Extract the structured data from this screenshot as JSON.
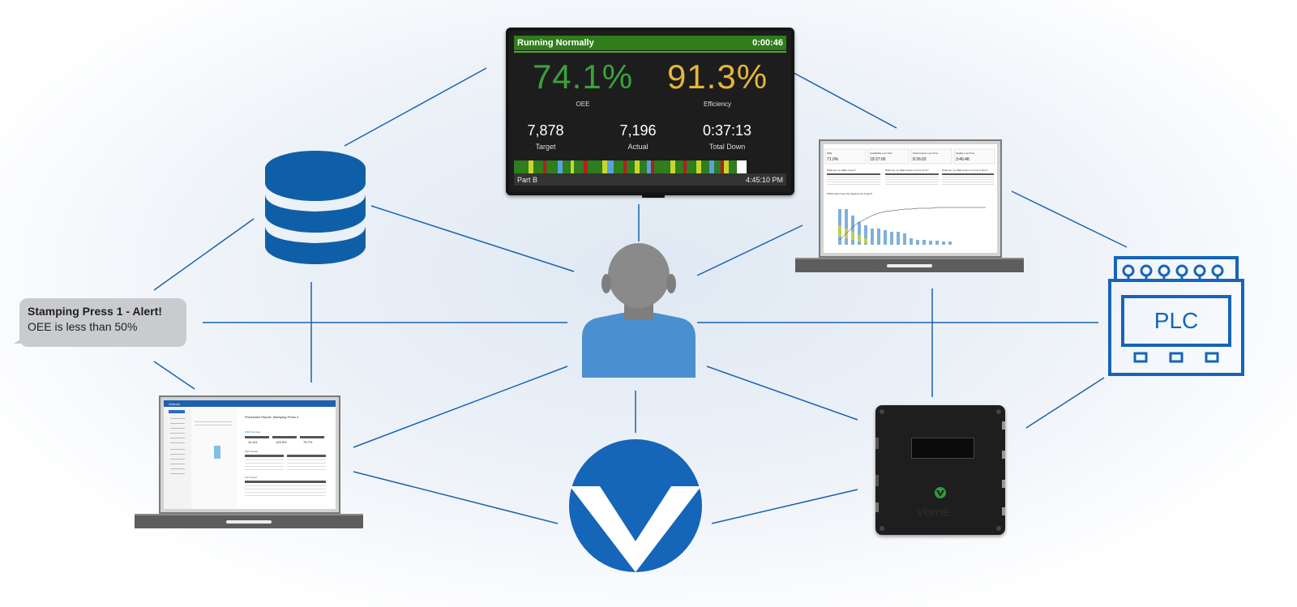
{
  "scoreboard": {
    "status": "Running Normally",
    "elapsed": "0:00:46",
    "oee_value": "74.1%",
    "oee_label": "OEE",
    "efficiency_value": "91.3%",
    "efficiency_label": "Efficiency",
    "target_value": "7,878",
    "target_label": "Target",
    "actual_value": "7,196",
    "actual_label": "Actual",
    "down_value": "0:37:13",
    "down_label": "Total Down",
    "part": "Part B",
    "clock": "4:45:10 PM",
    "colors": {
      "status_bar": "#2f7d1b",
      "oee": "#3aa23a",
      "efficiency": "#e6b53a"
    }
  },
  "alert": {
    "title": "Stamping Press 1 - Alert!",
    "message": "OEE is less than 50%"
  },
  "plc": {
    "label": "PLC"
  },
  "email_laptop": {
    "app_title": "Outlook",
    "report_title": "Production Report: Stamping Press 3",
    "section_overview": "Shift Overview",
    "section_details": "Shift Details",
    "section_parts": "Part Report",
    "kpi_values": [
      "11,411",
      "125.5%",
      "75.7%"
    ]
  },
  "dashboard_laptop": {
    "kpis": [
      {
        "label": "OEE",
        "value": "71.0%"
      },
      {
        "label": "Availability Lost Time",
        "value": "19:27:00"
      },
      {
        "label": "Performance Lost Time",
        "value": "8:26:02"
      },
      {
        "label": "Quality Lost Time",
        "value": "3:46:48"
      }
    ],
    "questions": [
      "What are my OEE scores?",
      "What are my OEE losses in terms of %?",
      "What are my OEE losses in terms of time?"
    ],
    "chart_question": "Which parts have the biggest loss impact?"
  },
  "device": {
    "brand": "Vorne"
  },
  "colors": {
    "accent_blue": "#0f5fa8",
    "person_head": "#8a8a8a",
    "person_body": "#4a90d0",
    "line": "#1a63b0"
  }
}
